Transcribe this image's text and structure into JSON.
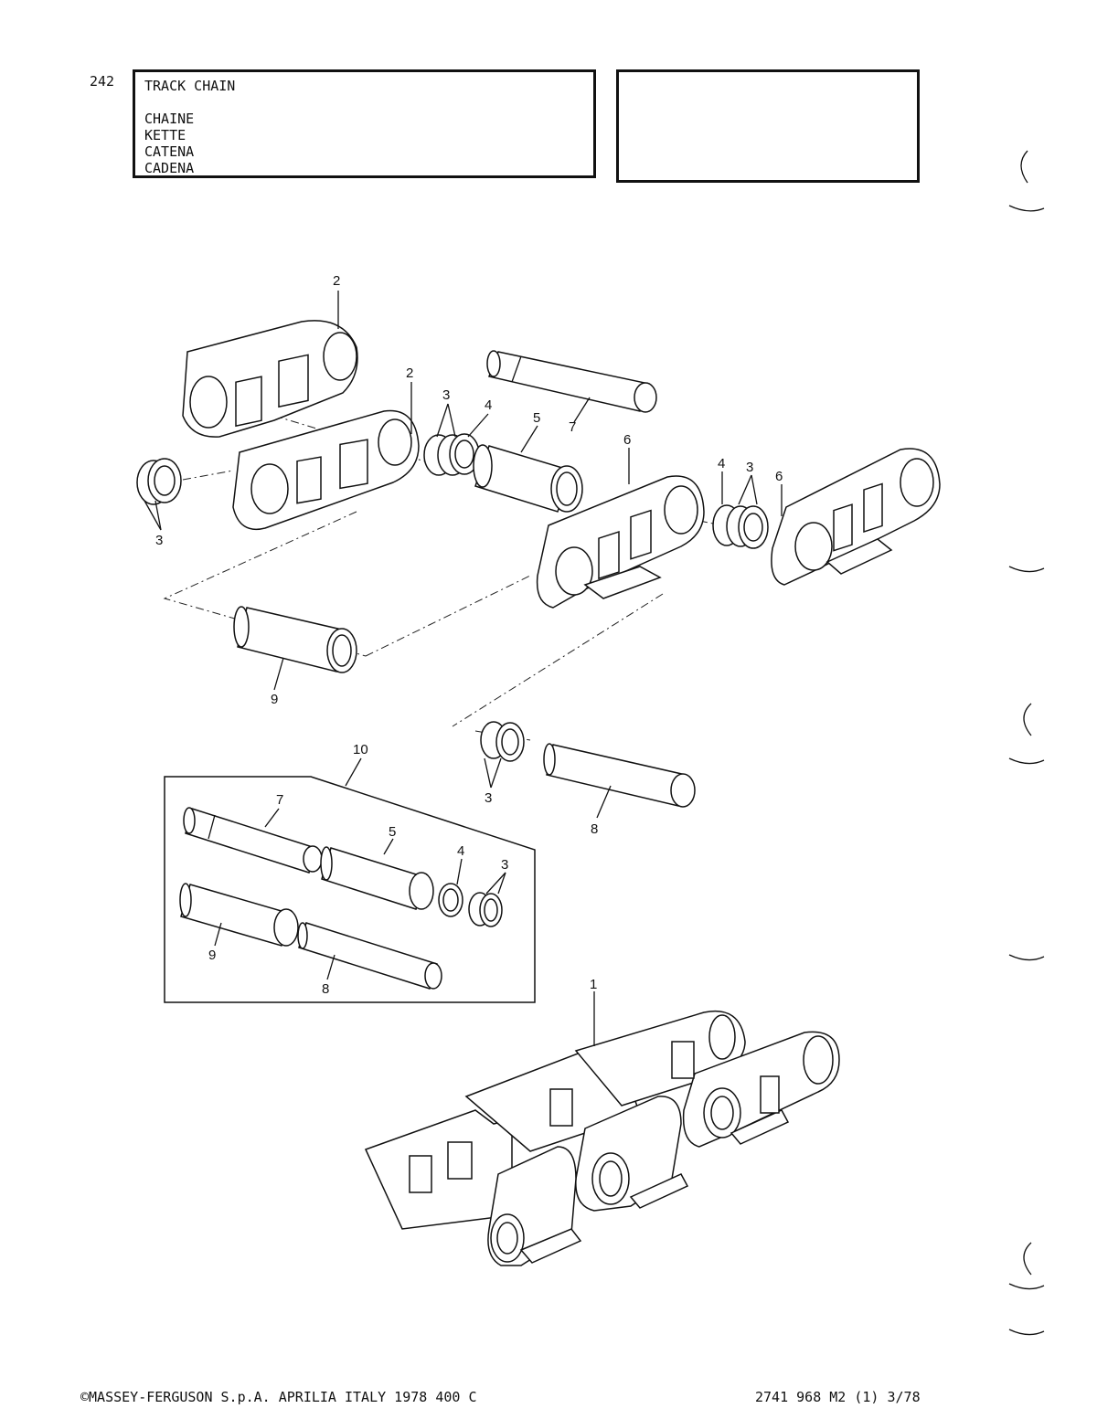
{
  "header": {
    "page_number": "242",
    "title_lines": [
      "TRACK CHAIN",
      "CHAINE",
      "KETTE",
      "CATENA",
      "CADENA"
    ]
  },
  "callouts": {
    "c1": "1",
    "c2a": "2",
    "c2b": "2",
    "c3a": "3",
    "c3b": "3",
    "c3c": "3",
    "c3d": "3",
    "c4a": "4",
    "c4b": "4",
    "c4c": "4",
    "c5a": "5",
    "c5b": "5",
    "c6a": "6",
    "c6b": "6",
    "c7a": "7",
    "c7b": "7",
    "c8a": "8",
    "c8b": "8",
    "c9a": "9",
    "c9b": "9",
    "c10": "10"
  },
  "footer": {
    "copyright": "©MASSEY-FERGUSON S.p.A. APRILIA ITALY 1978  400 C",
    "part_code": "2741 968 M2 (1) 3/78"
  }
}
